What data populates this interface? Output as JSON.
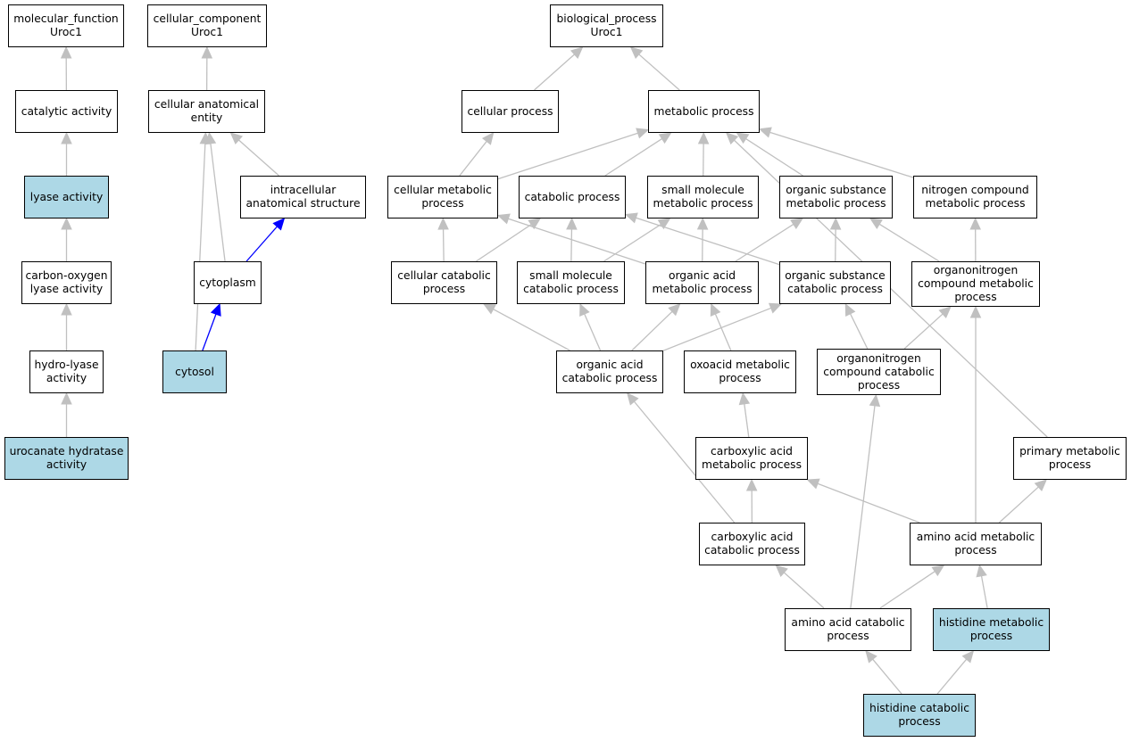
{
  "colors": {
    "edge": "#c0c0c0",
    "edge_highlight": "#0000ff",
    "highlight_fill": "#add8e6",
    "node_fill": "#ffffff"
  },
  "nodes": {
    "mf_root": {
      "label": "molecular_function\nUroc1"
    },
    "catalytic": {
      "label": "catalytic activity"
    },
    "lyase": {
      "label": "lyase activity",
      "highlighted": true
    },
    "co_lyase": {
      "label": "carbon-oxygen\nlyase activity"
    },
    "hydrolyase": {
      "label": "hydro-lyase\nactivity"
    },
    "urocanate": {
      "label": "urocanate hydratase\nactivity",
      "highlighted": true
    },
    "cc_root": {
      "label": "cellular_component\nUroc1"
    },
    "anat_entity": {
      "label": "cellular anatomical\nentity"
    },
    "intracellular": {
      "label": "intracellular\nanatomical structure"
    },
    "cytoplasm": {
      "label": "cytoplasm"
    },
    "cytosol": {
      "label": "cytosol",
      "highlighted": true
    },
    "bp_root": {
      "label": "biological_process\nUroc1"
    },
    "cellular_process": {
      "label": "cellular process"
    },
    "metabolic_process": {
      "label": "metabolic process"
    },
    "cell_metabolic": {
      "label": "cellular metabolic\nprocess"
    },
    "catabolic": {
      "label": "catabolic process"
    },
    "small_mol_met": {
      "label": "small molecule\nmetabolic process"
    },
    "org_subst_met": {
      "label": "organic substance\nmetabolic process"
    },
    "nitrogen_met": {
      "label": "nitrogen compound\nmetabolic process"
    },
    "cell_catabolic": {
      "label": "cellular catabolic\nprocess"
    },
    "small_mol_cat": {
      "label": "small molecule\ncatabolic process"
    },
    "org_acid_met": {
      "label": "organic acid\nmetabolic process"
    },
    "org_subst_cat": {
      "label": "organic substance\ncatabolic process"
    },
    "organonitrogen_met": {
      "label": "organonitrogen\ncompound metabolic\nprocess"
    },
    "org_acid_cat": {
      "label": "organic acid\ncatabolic process"
    },
    "oxoacid_met": {
      "label": "oxoacid metabolic\nprocess"
    },
    "organonitrogen_cat": {
      "label": "organonitrogen\ncompound catabolic\nprocess"
    },
    "carboxylic_met": {
      "label": "carboxylic acid\nmetabolic process"
    },
    "primary_met": {
      "label": "primary metabolic\nprocess"
    },
    "carboxylic_cat": {
      "label": "carboxylic acid\ncatabolic process"
    },
    "amino_met": {
      "label": "amino acid metabolic\nprocess"
    },
    "amino_cat": {
      "label": "amino acid catabolic\nprocess"
    },
    "histidine_met": {
      "label": "histidine metabolic\nprocess",
      "highlighted": true
    },
    "histidine_cat": {
      "label": "histidine catabolic\nprocess",
      "highlighted": true
    }
  },
  "edges": [
    {
      "from": "catalytic",
      "to": "mf_root"
    },
    {
      "from": "lyase",
      "to": "catalytic"
    },
    {
      "from": "co_lyase",
      "to": "lyase"
    },
    {
      "from": "hydrolyase",
      "to": "co_lyase"
    },
    {
      "from": "urocanate",
      "to": "hydrolyase"
    },
    {
      "from": "anat_entity",
      "to": "cc_root"
    },
    {
      "from": "intracellular",
      "to": "anat_entity"
    },
    {
      "from": "cytoplasm",
      "to": "anat_entity"
    },
    {
      "from": "cytoplasm",
      "to": "intracellular",
      "highlight": true
    },
    {
      "from": "cytosol",
      "to": "cytoplasm",
      "highlight": true
    },
    {
      "from": "cytosol",
      "to": "anat_entity"
    },
    {
      "from": "cellular_process",
      "to": "bp_root"
    },
    {
      "from": "metabolic_process",
      "to": "bp_root"
    },
    {
      "from": "cell_metabolic",
      "to": "cellular_process"
    },
    {
      "from": "cell_metabolic",
      "to": "metabolic_process"
    },
    {
      "from": "catabolic",
      "to": "metabolic_process"
    },
    {
      "from": "small_mol_met",
      "to": "metabolic_process"
    },
    {
      "from": "org_subst_met",
      "to": "metabolic_process"
    },
    {
      "from": "nitrogen_met",
      "to": "metabolic_process"
    },
    {
      "from": "primary_met",
      "to": "metabolic_process"
    },
    {
      "from": "cell_catabolic",
      "to": "cell_metabolic"
    },
    {
      "from": "cell_catabolic",
      "to": "catabolic"
    },
    {
      "from": "small_mol_cat",
      "to": "catabolic"
    },
    {
      "from": "small_mol_cat",
      "to": "small_mol_met"
    },
    {
      "from": "org_acid_met",
      "to": "cell_metabolic"
    },
    {
      "from": "org_acid_met",
      "to": "small_mol_met"
    },
    {
      "from": "org_acid_met",
      "to": "org_subst_met"
    },
    {
      "from": "org_subst_cat",
      "to": "catabolic"
    },
    {
      "from": "org_subst_cat",
      "to": "org_subst_met"
    },
    {
      "from": "organonitrogen_met",
      "to": "org_subst_met"
    },
    {
      "from": "organonitrogen_met",
      "to": "nitrogen_met"
    },
    {
      "from": "org_acid_cat",
      "to": "cell_catabolic"
    },
    {
      "from": "org_acid_cat",
      "to": "small_mol_cat"
    },
    {
      "from": "org_acid_cat",
      "to": "org_acid_met"
    },
    {
      "from": "org_acid_cat",
      "to": "org_subst_cat"
    },
    {
      "from": "oxoacid_met",
      "to": "org_acid_met"
    },
    {
      "from": "organonitrogen_cat",
      "to": "org_subst_cat"
    },
    {
      "from": "organonitrogen_cat",
      "to": "organonitrogen_met"
    },
    {
      "from": "carboxylic_met",
      "to": "oxoacid_met"
    },
    {
      "from": "carboxylic_cat",
      "to": "org_acid_cat"
    },
    {
      "from": "carboxylic_cat",
      "to": "carboxylic_met"
    },
    {
      "from": "amino_met",
      "to": "carboxylic_met"
    },
    {
      "from": "amino_met",
      "to": "primary_met"
    },
    {
      "from": "amino_met",
      "to": "organonitrogen_met"
    },
    {
      "from": "amino_cat",
      "to": "carboxylic_cat"
    },
    {
      "from": "amino_cat",
      "to": "amino_met"
    },
    {
      "from": "amino_cat",
      "to": "organonitrogen_cat"
    },
    {
      "from": "histidine_met",
      "to": "amino_met"
    },
    {
      "from": "histidine_cat",
      "to": "amino_cat"
    },
    {
      "from": "histidine_cat",
      "to": "histidine_met"
    }
  ]
}
